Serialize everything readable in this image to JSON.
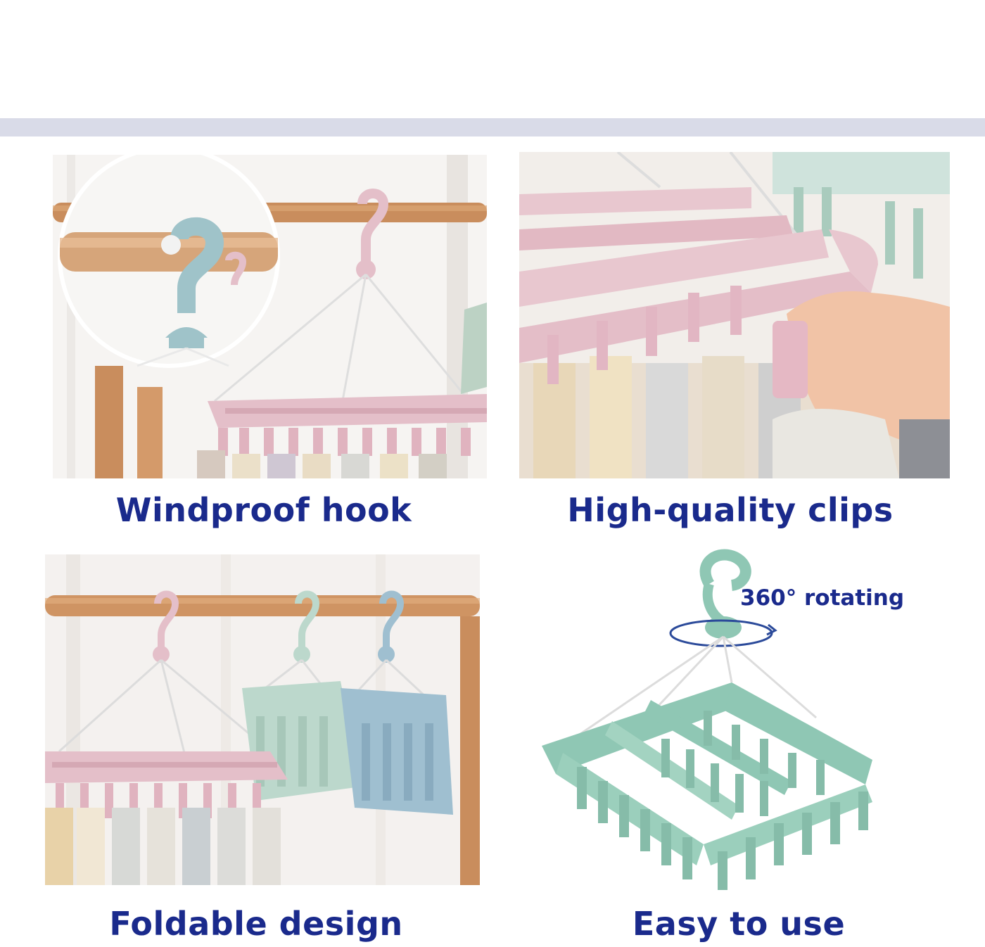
{
  "panels": [
    {
      "caption": "Windproof hook",
      "photo": "pink-hanger-on-rail-with-hook-closeup",
      "colors": {
        "hanger": "#e4bfc9",
        "hook_closeup": "#9fc3c9",
        "rail": "#c98d5d"
      }
    },
    {
      "caption": "High-quality clips",
      "photo": "hand-clipping-sock-on-pink-hanger",
      "colors": {
        "hanger": "#e8c7cf",
        "clip": "#e2b6c3"
      }
    },
    {
      "caption": "Foldable design",
      "photo": "pink-green-blue-hangers-folded-on-rail",
      "colors": {
        "pink": "#e4bfc9",
        "green": "#bcd8cc",
        "blue": "#9fbfd0"
      }
    },
    {
      "caption": "Easy to use",
      "photo": "green-hanger-with-rotating-hook",
      "annotation": "360° rotating",
      "colors": {
        "hanger": "#8fc7b4"
      }
    }
  ],
  "colors": {
    "caption_text": "#1a2a8c",
    "divider": "#d9dbe8"
  }
}
